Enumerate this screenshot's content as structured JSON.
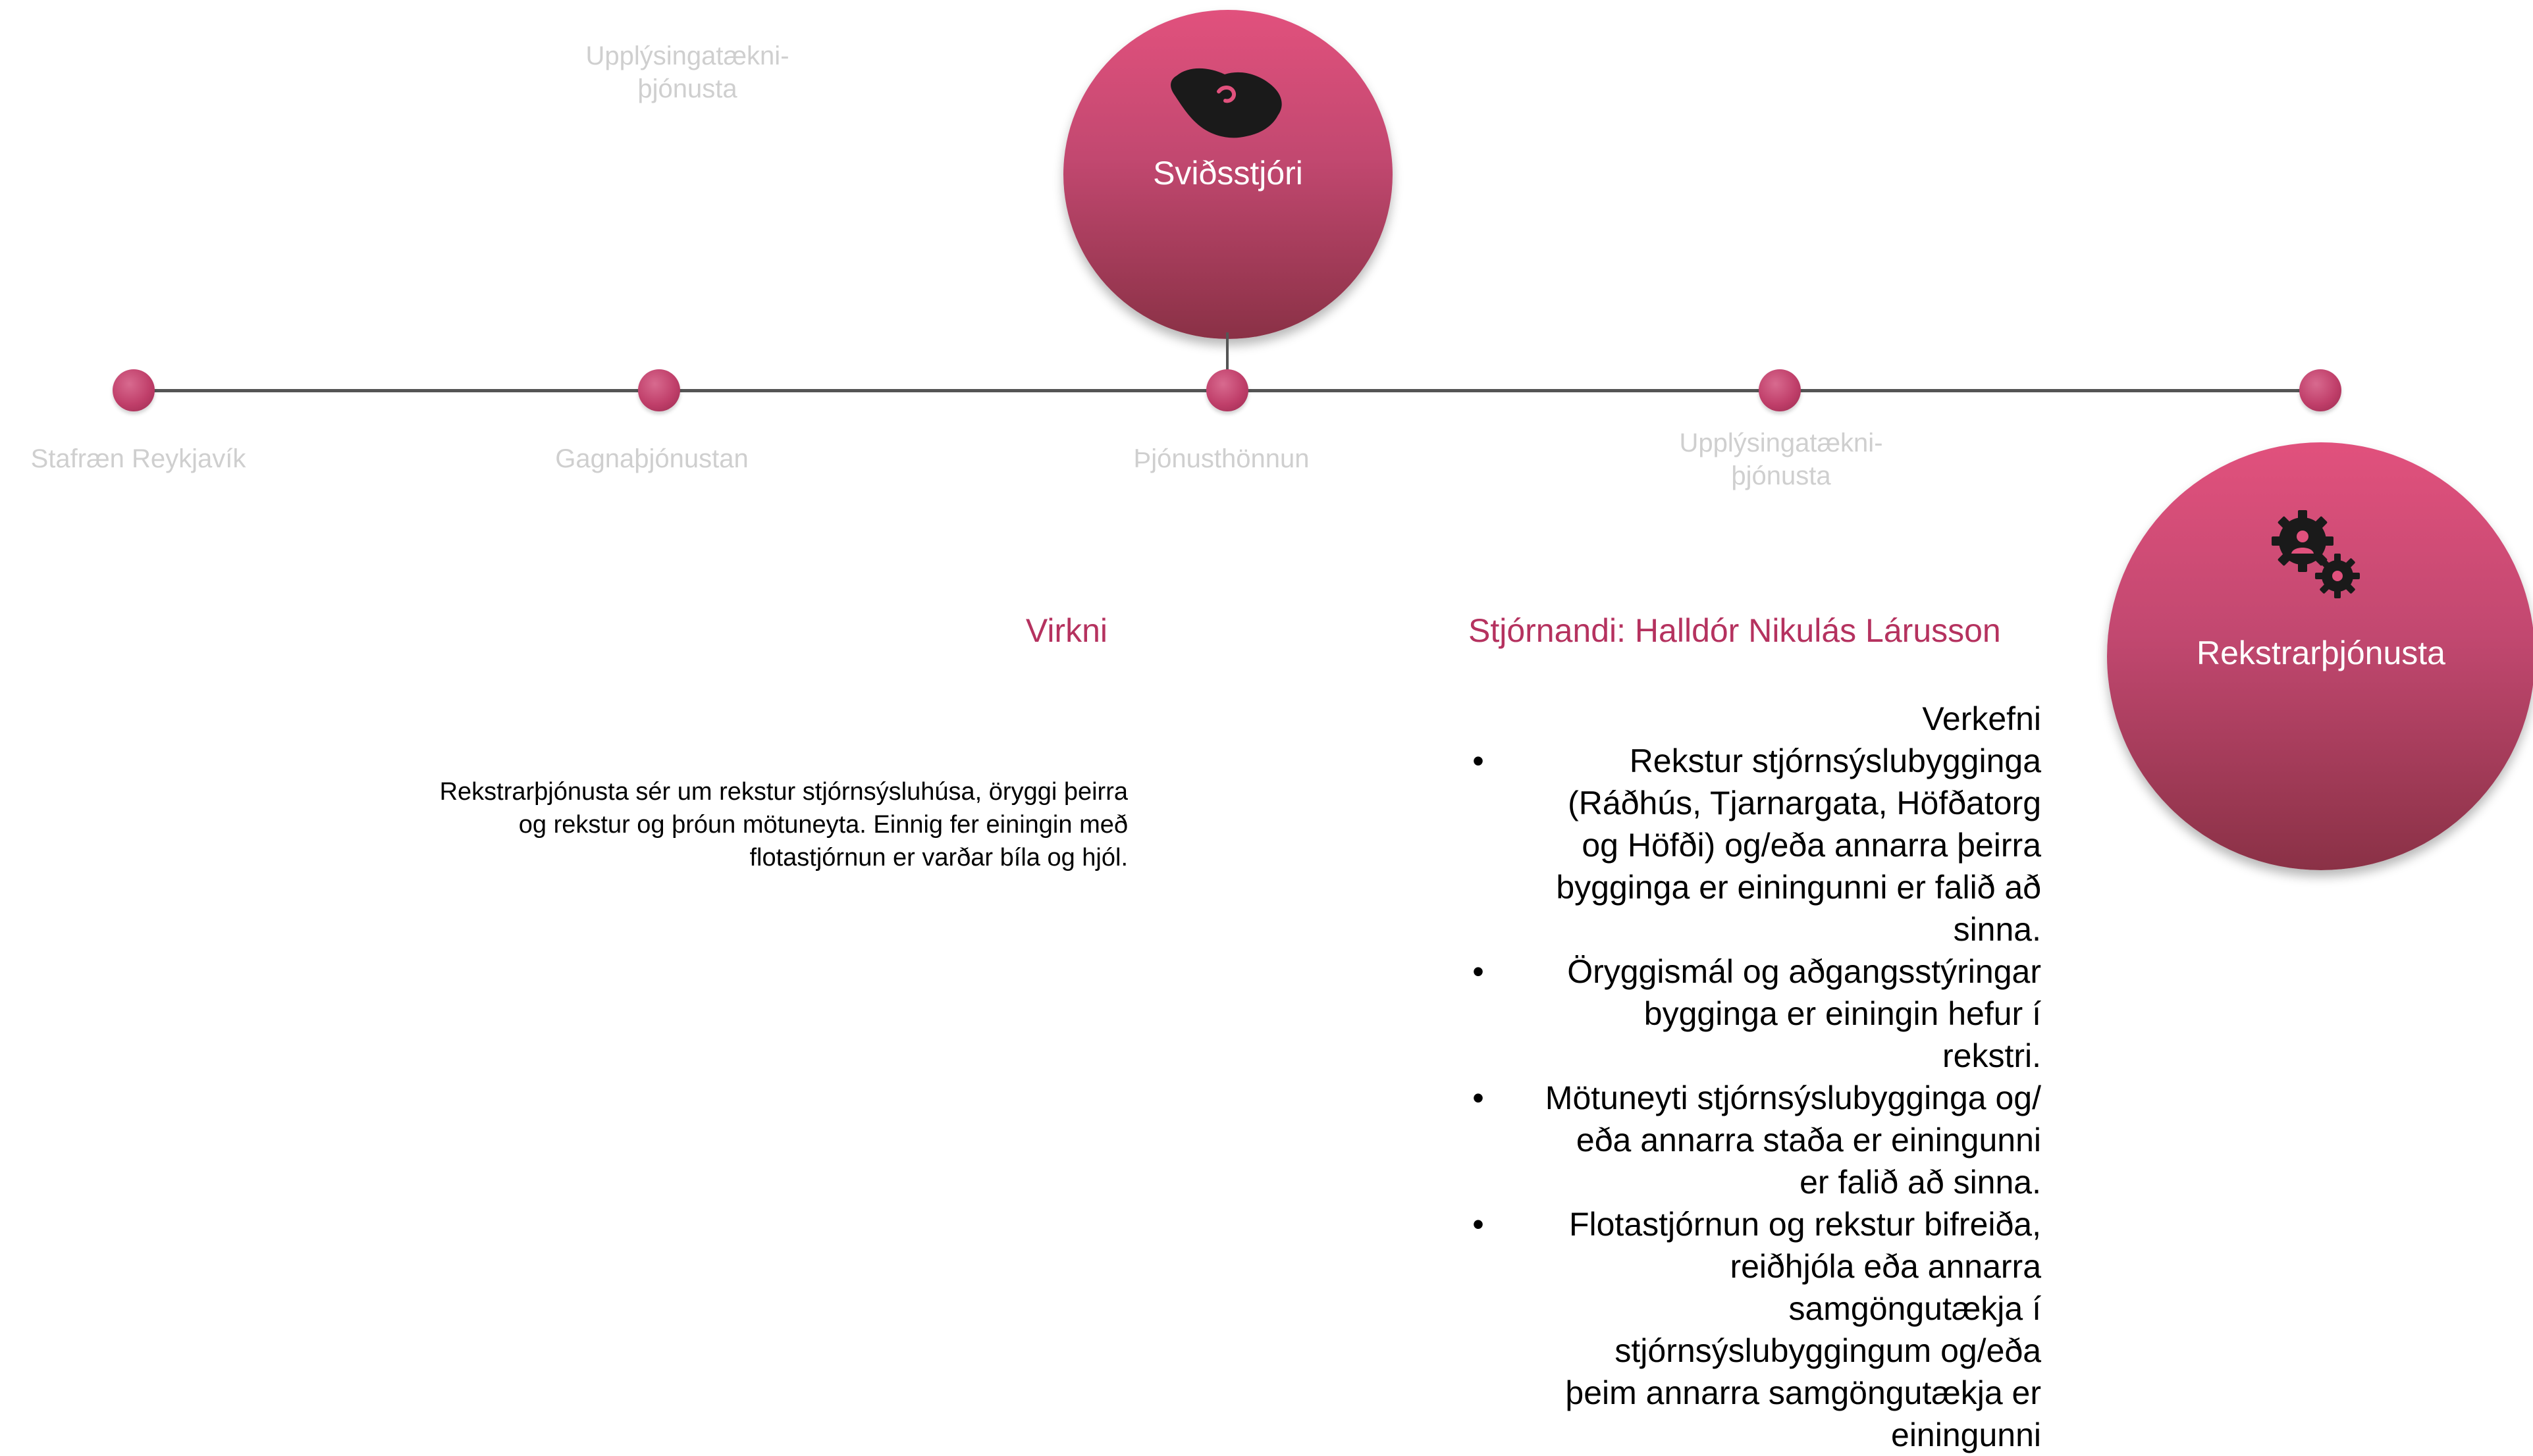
{
  "colors": {
    "accent": "#b5325f",
    "circle_top": "#e1517d",
    "circle_bottom": "#8a3146",
    "line": "#555555",
    "faded_label": "#cfcfcf"
  },
  "top_label": {
    "line1": "Upplýsingatækni-",
    "line2": "þjónusta"
  },
  "parent_circle": {
    "title": "Sviðsstjóri",
    "icon": "handshake-icon"
  },
  "timeline": {
    "nodes": [
      {
        "line1": "Stafræn Reykjavík",
        "line2": ""
      },
      {
        "line1": "Gagnaþjónustan",
        "line2": ""
      },
      {
        "line1": "Þjónusthönnun",
        "line2": ""
      },
      {
        "line1": "Upplýsingatækni-",
        "line2": "þjónusta"
      },
      {
        "line1": "",
        "line2": ""
      }
    ]
  },
  "active_circle": {
    "title": "Rekstrarþjónusta",
    "icon": "gears-icon"
  },
  "virkni": {
    "heading": "Virkni",
    "description": "Rekstrarþjónusta sér um rekstur stjórnsýsluhúsa, öryggi þeirra og rekstur og þróun mötuneyta. Einnig fer einingin með flotastjórnun er varðar bíla og hjól."
  },
  "manager": {
    "heading": "Stjórnandi: Halldór Nikulás Lárusson"
  },
  "verkefni": {
    "heading": "Verkefni",
    "bullet": "•",
    "items": [
      {
        "lines": [
          "Rekstur stjórnsýslubygginga",
          "(Ráðhús, Tjarnargata, Höfðatorg",
          "og Höfði) og/eða annarra þeirra",
          "bygginga er einingunni er falið að",
          "sinna."
        ]
      },
      {
        "lines": [
          "Öryggismál og aðgangsstýringar",
          "bygginga er einingin hefur í",
          "rekstri."
        ]
      },
      {
        "lines": [
          "Mötuneyti stjórnsýslubygginga og/",
          "eða annarra staða er einingunni",
          "er falið að sinna."
        ]
      },
      {
        "lines": [
          "Flotastjórnun og rekstur bifreiða,",
          "reiðhjóla eða annarra",
          "samgöngutækja í",
          "stjórnsýslubyggingum og/eða",
          "þeim annarra samgöngutækja er",
          "einingunni"
        ]
      }
    ]
  }
}
